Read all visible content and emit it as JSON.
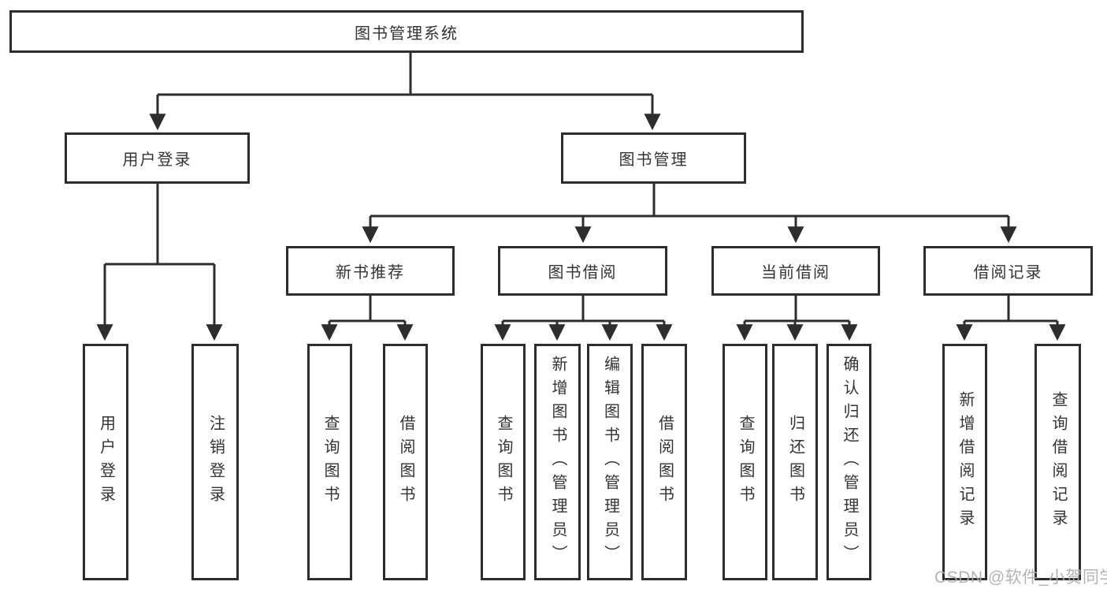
{
  "diagram": {
    "title": "图书管理系统",
    "branches": {
      "user_login": {
        "label": "用户登录",
        "children": {
          "login": "用户登录",
          "logout": "注销登录"
        }
      },
      "book_mgmt": {
        "label": "图书管理",
        "children": {
          "new_book": {
            "label": "新书推荐",
            "children": {
              "query": "查询图书",
              "borrow": "借阅图书"
            }
          },
          "borrowing": {
            "label": "图书借阅",
            "children": {
              "query": "查询图书",
              "add": "新增图书（管理员）",
              "edit": "编辑图书（管理员）",
              "borrow": "借阅图书"
            }
          },
          "current": {
            "label": "当前借阅",
            "children": {
              "query": "查询图书",
              "return": "归还图书",
              "confirm": "确认归还（管理员）"
            }
          },
          "records": {
            "label": "借阅记录",
            "children": {
              "add": "新增借阅记录",
              "query": "查询借阅记录"
            }
          }
        }
      }
    }
  },
  "watermark": "CSDN @软件_小贺同学",
  "colors": {
    "line": "#2d2d2d",
    "text": "#333333",
    "background": "#ffffff",
    "watermark": "#acacac"
  }
}
